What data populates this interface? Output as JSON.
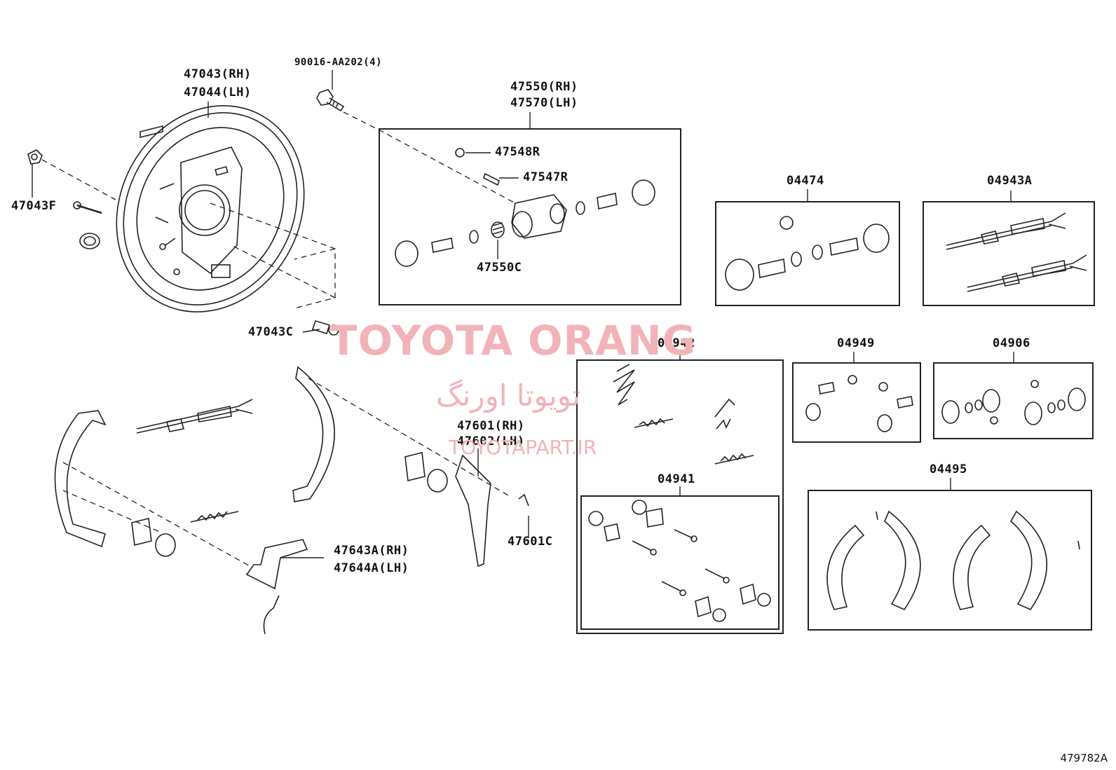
{
  "watermark": {
    "title": "TOYOTA ORANG",
    "persian": "تویوتا اورنگ",
    "url": "TOYOTAPART.IR"
  },
  "diagram_code": "479782A",
  "parts": {
    "backing_plate_rh": "47043(RH)",
    "backing_plate_lh": "47044(LH)",
    "bolt": "90016-AA202(4)",
    "plug": "47043F",
    "plate_bolt": "47043C",
    "cylinder_rh": "47550(RH)",
    "cylinder_lh": "47570(LH)",
    "cap": "47548R",
    "bleeder": "47547R",
    "cylinder_spring": "47550C",
    "lever_rh": "47601(RH)",
    "lever_lh": "47602(LH)",
    "clip": "47601C",
    "strut_rh": "47643A(RH)",
    "strut_lh": "47644A(LH)"
  },
  "kits": {
    "k04474": "04474",
    "k04943A": "04943A",
    "k04942": "04942",
    "k04949": "04949",
    "k04906": "04906",
    "k04941": "04941",
    "k04495": "04495"
  }
}
